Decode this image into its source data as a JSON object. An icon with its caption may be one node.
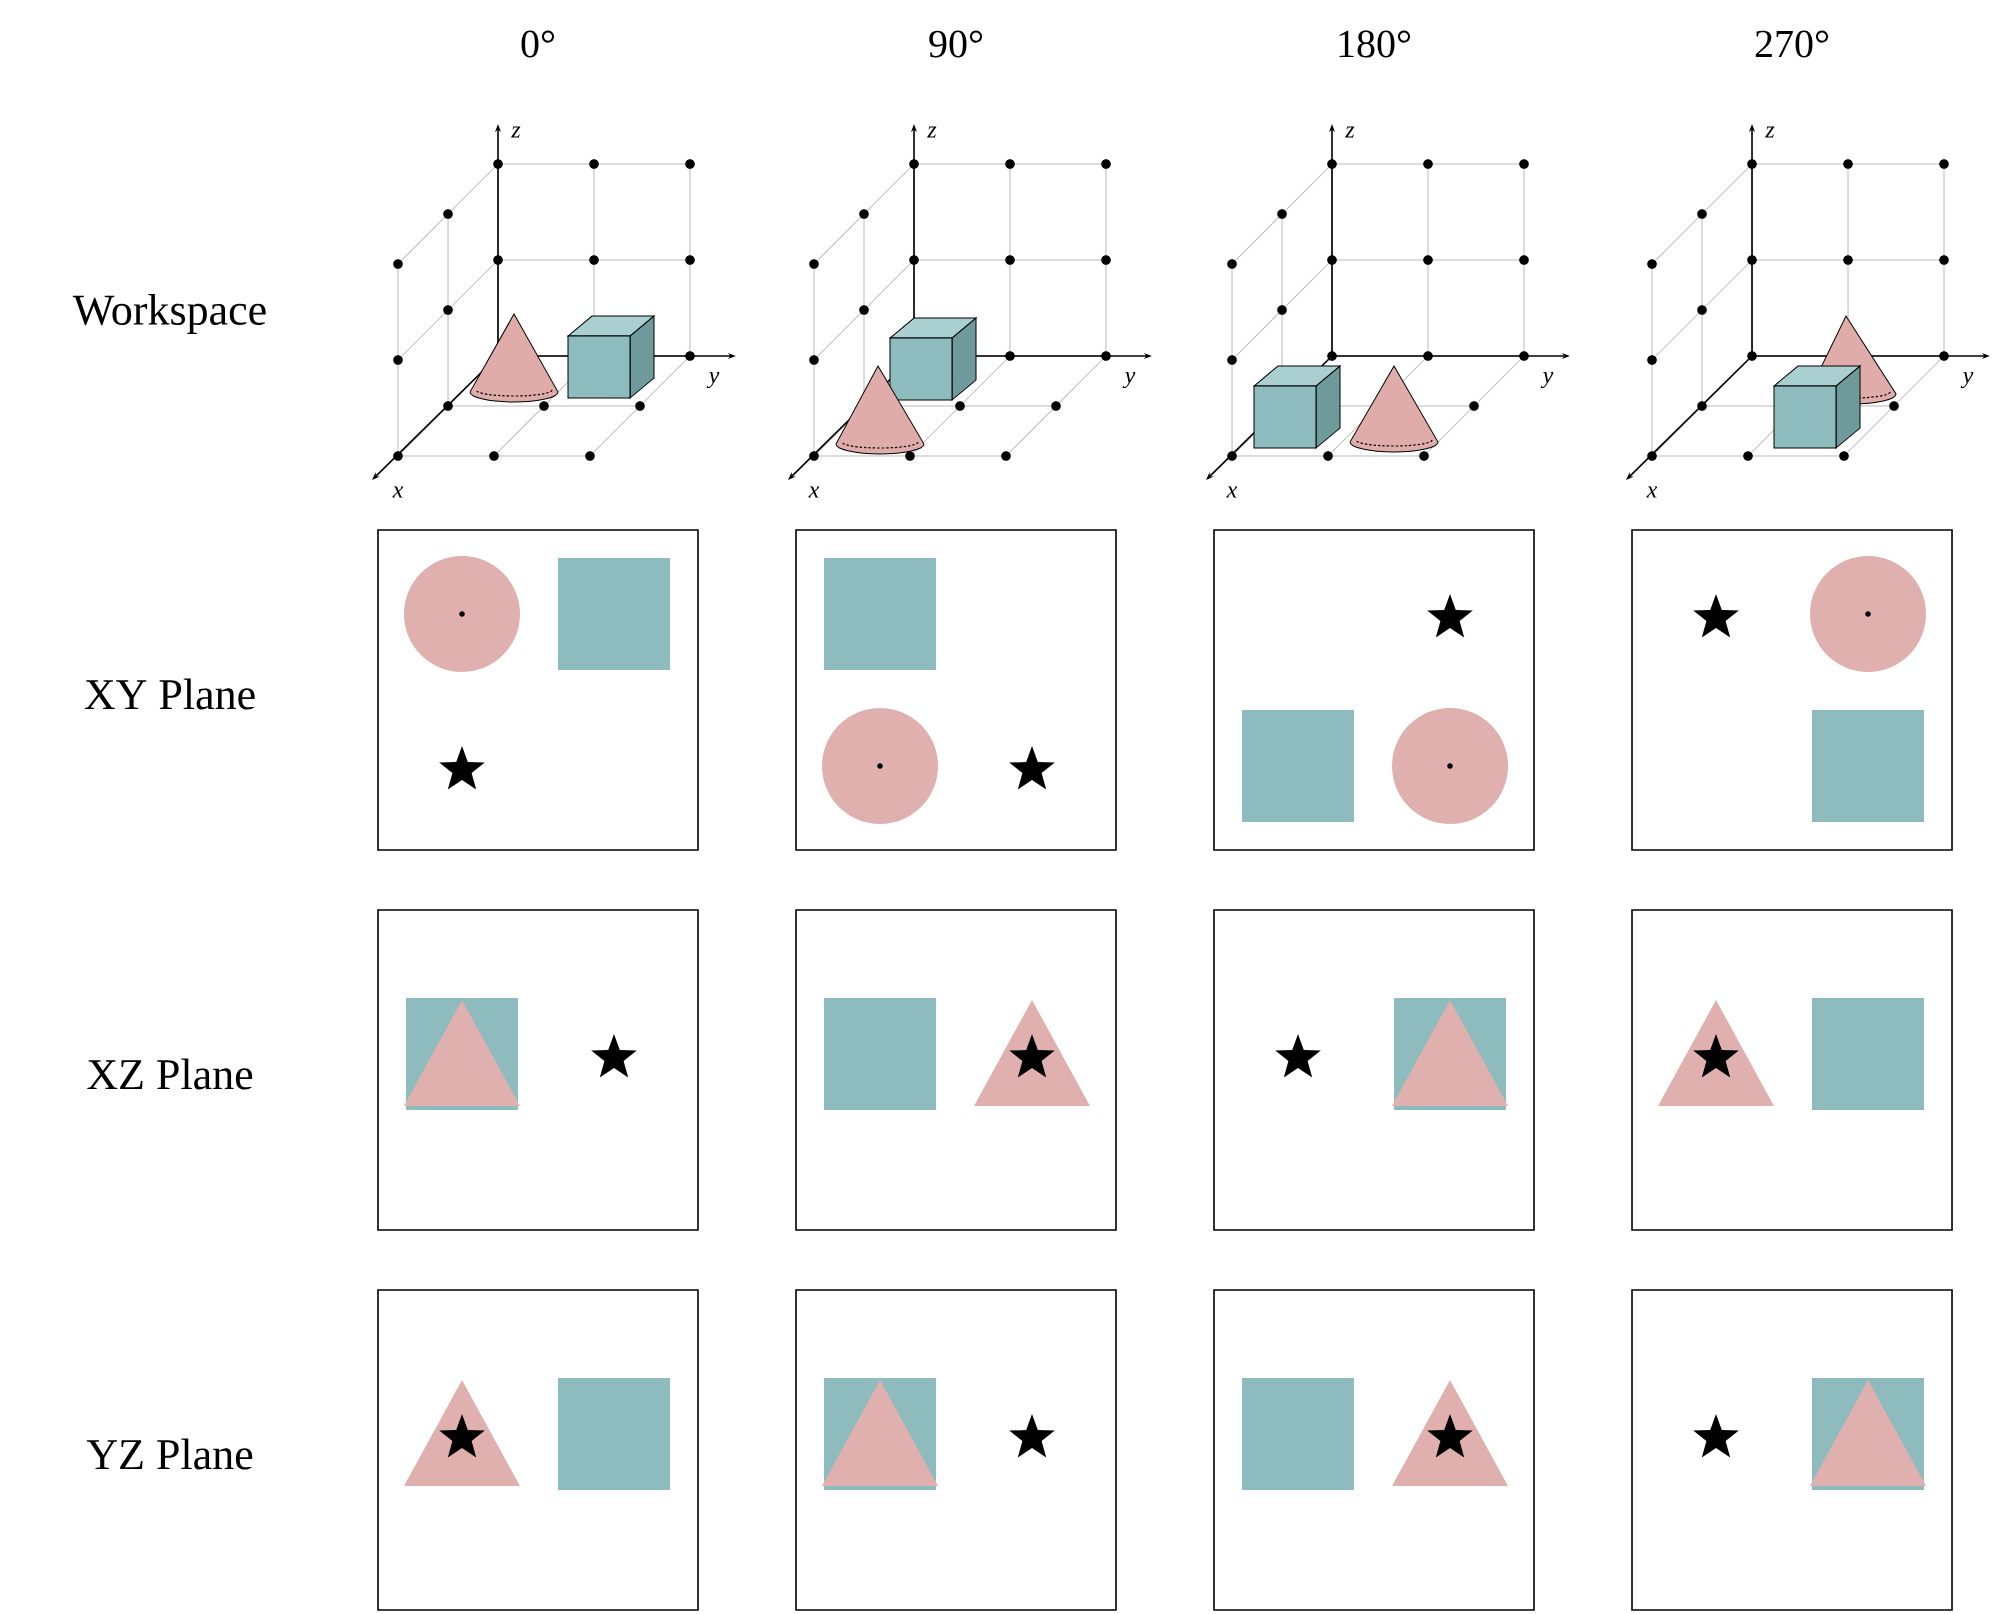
{
  "diagram": {
    "labels": [
      "0°",
      "90°",
      "180°",
      "270°",
      "Workspace",
      "z",
      "y",
      "x",
      "z",
      "y",
      "x",
      "z",
      "y",
      "x",
      "z",
      "y",
      "x",
      "XY Plane",
      "XZ Plane",
      "YZ Plane"
    ]
  }
}
